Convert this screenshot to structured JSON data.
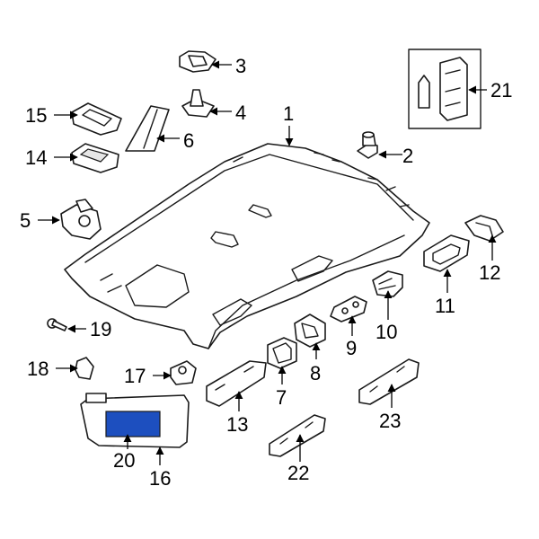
{
  "diagram": {
    "callouts": [
      "1",
      "2",
      "3",
      "4",
      "5",
      "6",
      "7",
      "8",
      "9",
      "10",
      "11",
      "12",
      "13",
      "14",
      "15",
      "16",
      "17",
      "18",
      "19",
      "20",
      "21",
      "22",
      "23"
    ],
    "highlight_color": "#1d4fbf"
  }
}
